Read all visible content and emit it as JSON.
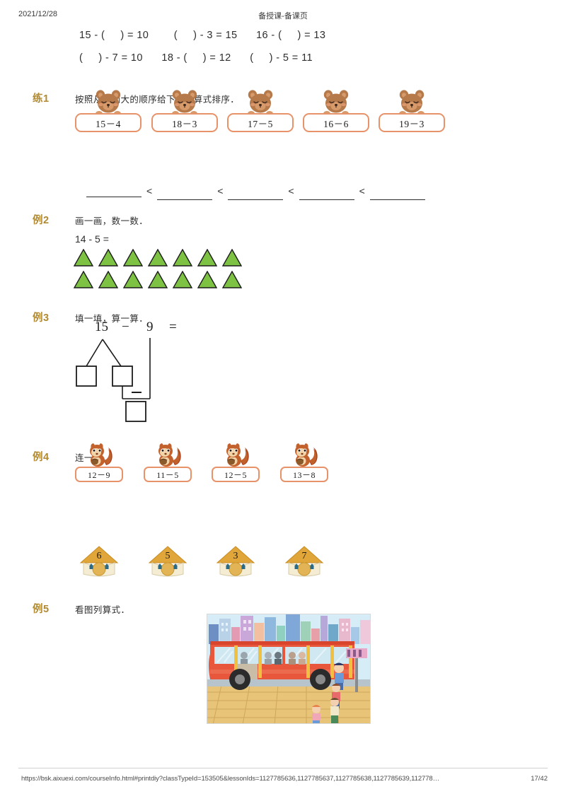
{
  "header": {
    "date": "2021/12/28",
    "title": "备授课-备课页"
  },
  "top_equations": {
    "row1": "15 - (     ) = 10        (     ) - 3 = 15      16 - (     ) = 13",
    "row2": "(     ) - 7 = 10      18 - (     ) = 12      (     ) - 5 = 11"
  },
  "sections": [
    {
      "label": "练1",
      "prompt": "按照从小到大的顺序给下面的算式排序．",
      "cards": [
        "15－4",
        "18－3",
        "17－5",
        "16－6",
        "19－3"
      ],
      "compare_operator": "<",
      "blank_count": 5
    },
    {
      "label": "例2",
      "prompt": "画一画，数一数．",
      "equation": "14 - 5 =",
      "triangle_rows": [
        7,
        7
      ],
      "triangle_color": "#7dc242"
    },
    {
      "label": "例3",
      "prompt": "填一填，算一算．",
      "expression_minuend": "15",
      "expression_operator": "−",
      "expression_subtrahend": "9",
      "expression_equals": "=",
      "box_count": 3,
      "inner_operator": "—"
    },
    {
      "label": "例4",
      "prompt": "连一连．",
      "cards": [
        "12－9",
        "11－5",
        "12－5",
        "13－8"
      ],
      "houses": [
        "6",
        "5",
        "3",
        "7"
      ]
    },
    {
      "label": "例5",
      "prompt": "看图列算式．",
      "image_alt": "bus-stop-illustration"
    }
  ],
  "footer": {
    "url": "https://bsk.aixuexi.com/courseInfo.html#printdiy?classTypeId=153505&lessonIds=1127785636,1127785637,1127785638,1127785639,112778…",
    "page": "17/42"
  },
  "colors": {
    "label": "#b08a32",
    "card_border": "#e8926a",
    "triangle": "#7dc242",
    "bear_body": "#b5794a",
    "squirrel_body": "#c2612c",
    "house_roof": "#e0a63a",
    "bus_body": "#e8563c"
  }
}
